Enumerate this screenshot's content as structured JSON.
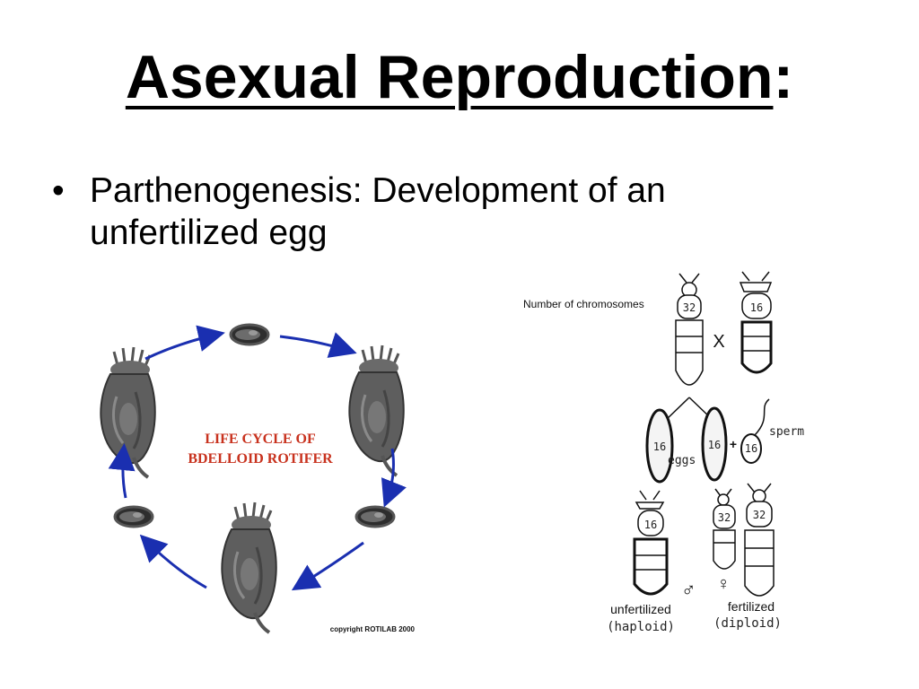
{
  "slide": {
    "title": "Asexual Reproduction",
    "title_colon": ":",
    "bullets": [
      {
        "marker": "•",
        "text": "Parthenogenesis: Development of an unfertilized egg"
      }
    ]
  },
  "left_figure": {
    "caption_line1": "LIFE CYCLE OF",
    "caption_line2": "BDELLOID ROTIFER",
    "copyright": "copyright ROTILAB 2000",
    "colors": {
      "caption": "#c8321e",
      "arrows": "#1a2fb0",
      "organism": "#5a5a5a"
    }
  },
  "right_figure": {
    "label_number": "Number of chromosomes",
    "cross_symbol": "X",
    "plus_symbol": "+",
    "female_count": "32",
    "male_count": "16",
    "egg1_count": "16",
    "egg2_count": "16",
    "sperm_count": "16",
    "label_sperm": "sperm",
    "label_eggs": "eggs",
    "male_offspring_count": "16",
    "female_offspring_count_a": "32",
    "female_offspring_count_b": "32",
    "male_symbol": "♂",
    "female_symbol": "♀",
    "label_unfertilized": "unfertilized",
    "label_haploid": "(haploid)",
    "label_fertilized": "fertilized",
    "label_diploid": "(diploid)"
  }
}
